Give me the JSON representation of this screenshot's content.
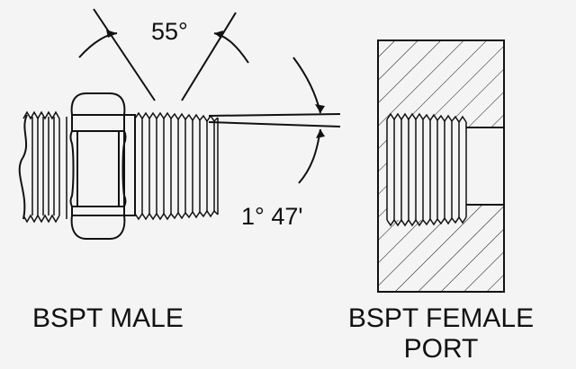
{
  "labels": {
    "thread_angle": "55°",
    "taper_angle": "1° 47'",
    "male_caption": "BSPT MALE",
    "female_caption_line1": "BSPT FEMALE",
    "female_caption_line2": "PORT"
  },
  "colors": {
    "background": "#f4f4f4",
    "line": "#111111"
  }
}
